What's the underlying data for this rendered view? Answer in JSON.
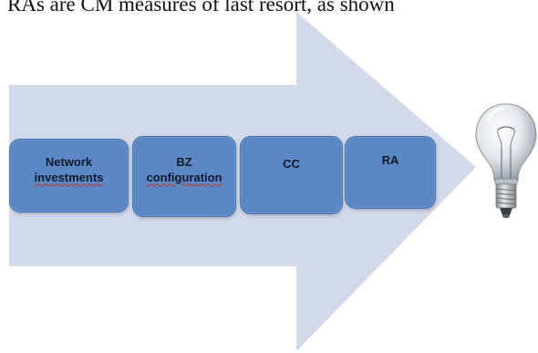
{
  "caption": "RAs are CM measures of last resort, as shown",
  "steps": [
    {
      "line1": "Network",
      "line2": "investments"
    },
    {
      "line1": "BZ",
      "line2": "configuration"
    },
    {
      "line1": "CC"
    },
    {
      "line1": "RA"
    }
  ],
  "colors": {
    "arrow": "#d2d9e8",
    "box": "#5b87c4"
  },
  "icons": {
    "end": "light-bulb-icon"
  }
}
